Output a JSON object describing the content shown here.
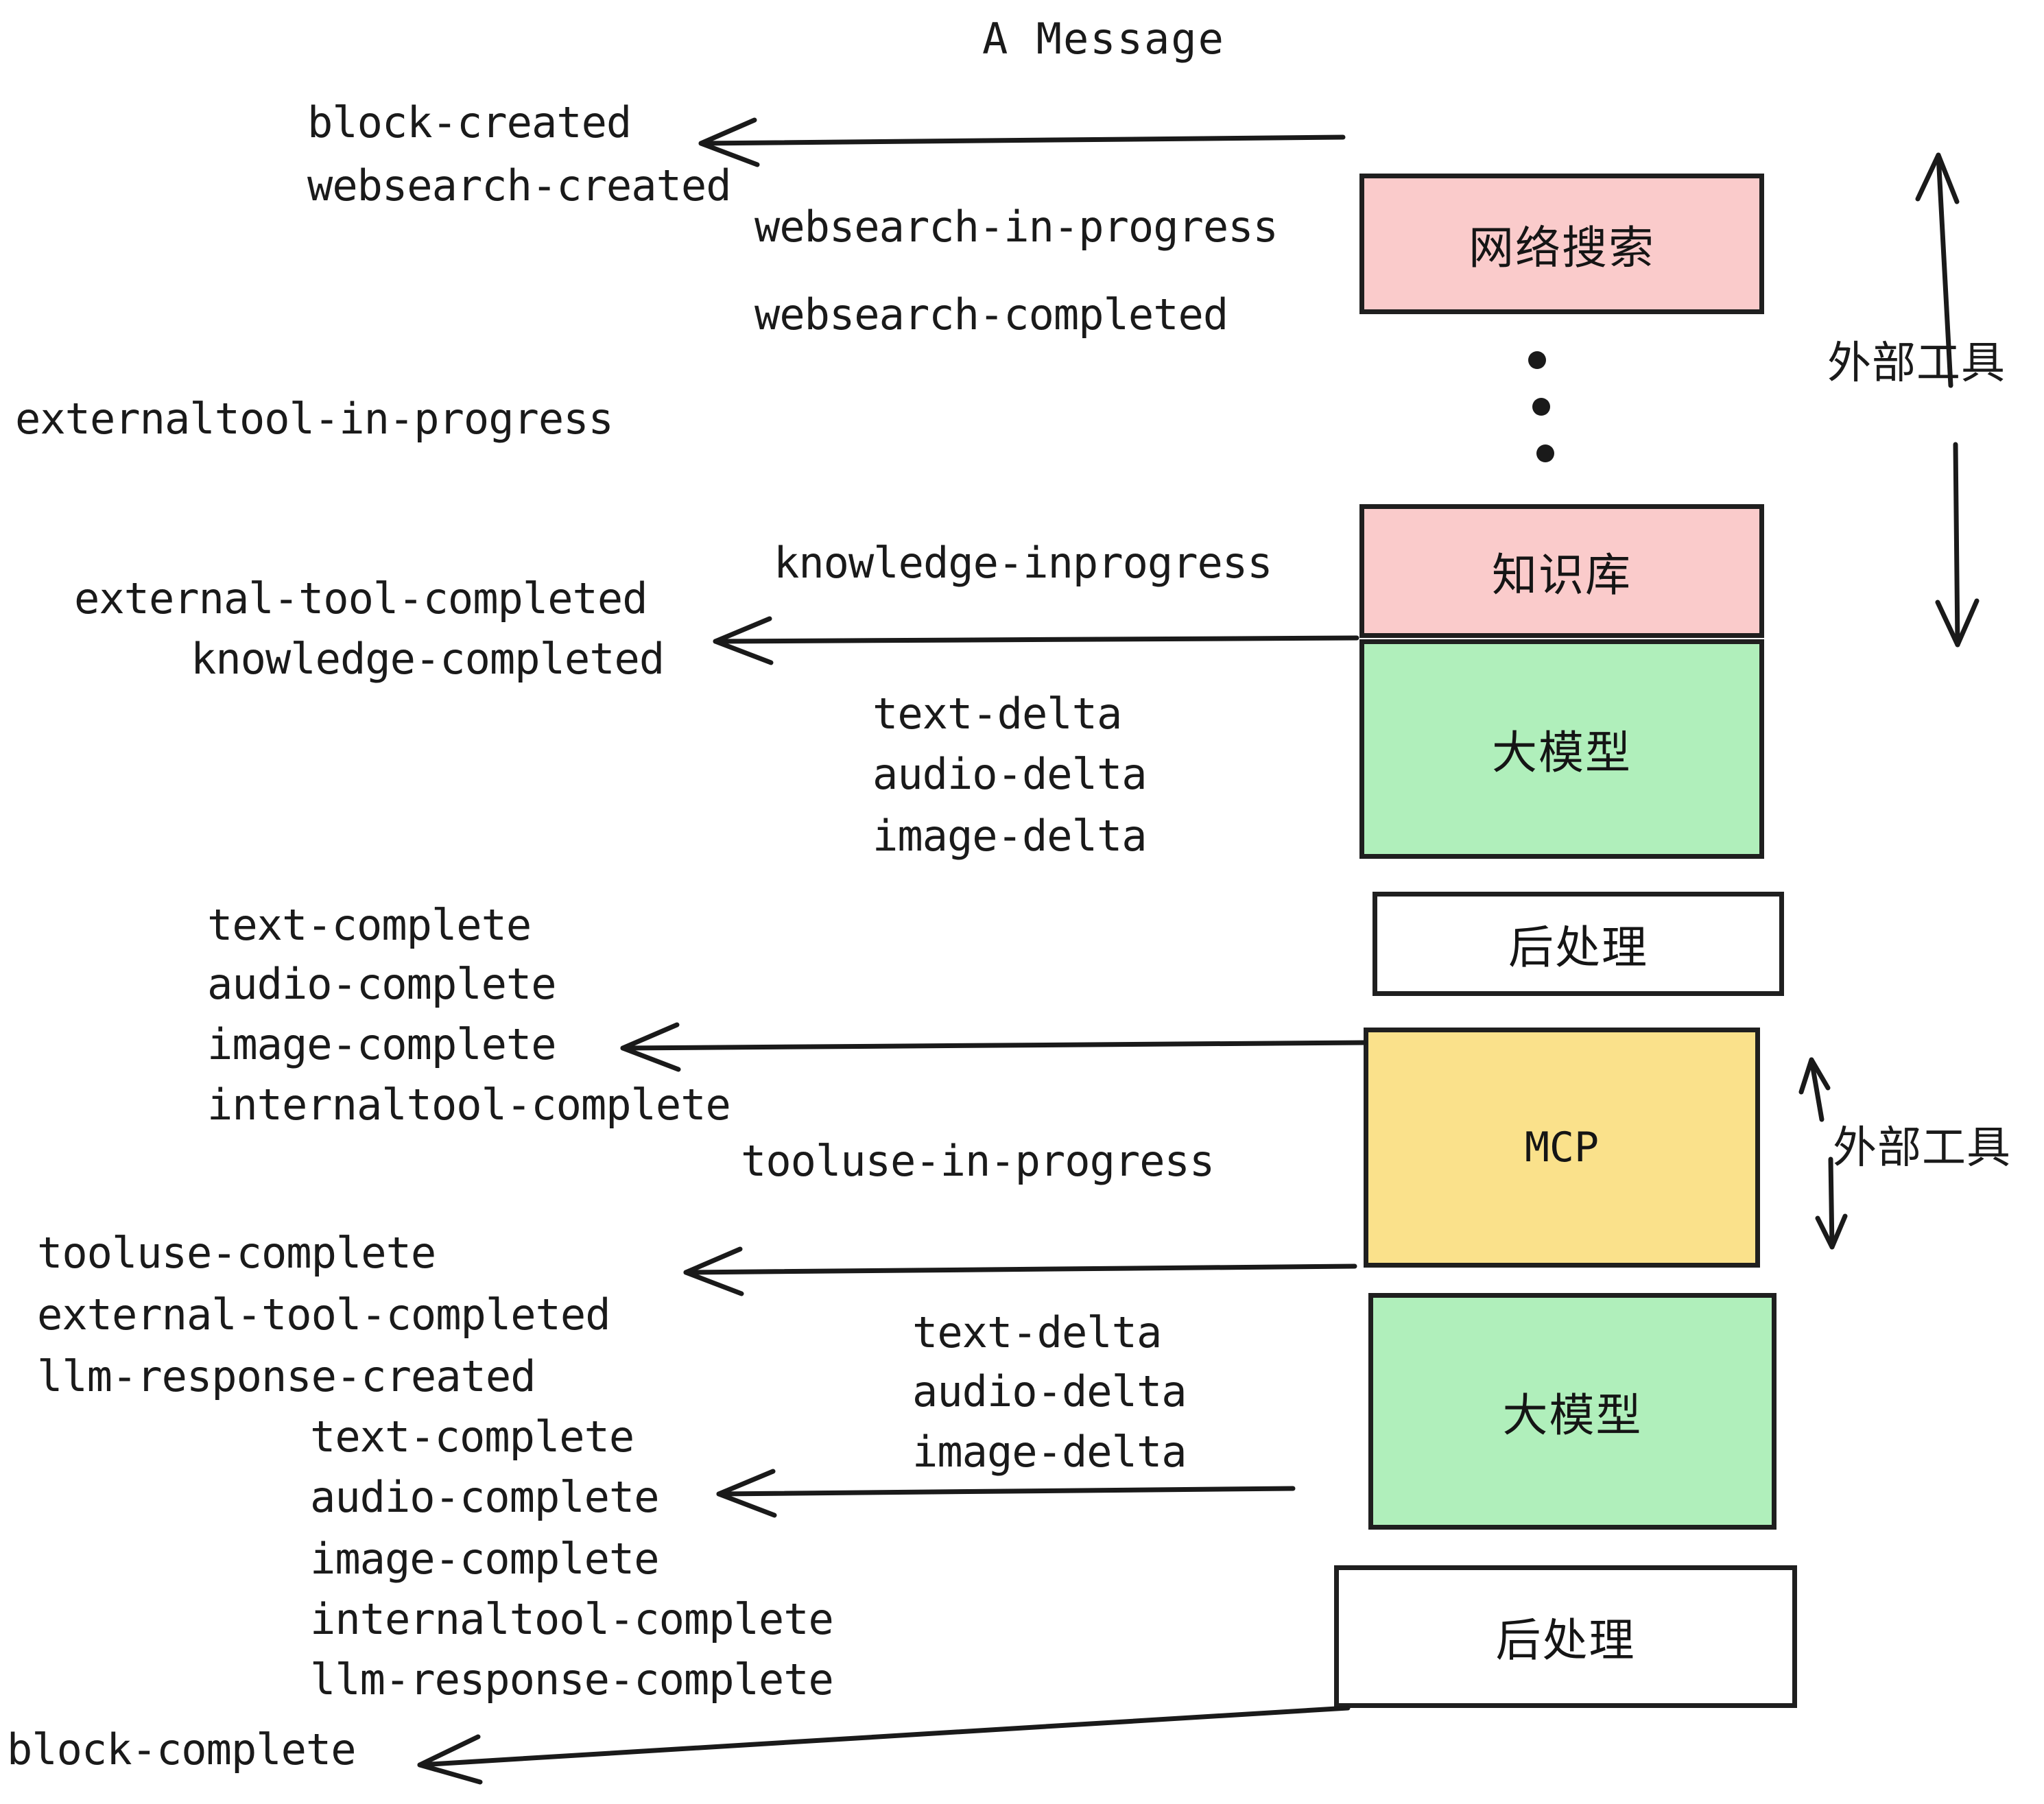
{
  "diagram": {
    "title": "A Message",
    "type": "sequence-style event flow diagram",
    "nodes": [
      {
        "id": "websearch",
        "label": "网络搜索",
        "fill": "#facbcb"
      },
      {
        "id": "knowledge",
        "label": "知识库",
        "fill": "#facbcb"
      },
      {
        "id": "llm1",
        "label": "大模型",
        "fill": "#b0efbb"
      },
      {
        "id": "postproc1",
        "label": "后处理",
        "fill": "#ffffff"
      },
      {
        "id": "mcp",
        "label": "MCP",
        "fill": "#fae18b"
      },
      {
        "id": "llm2",
        "label": "大模型",
        "fill": "#b0efbb"
      },
      {
        "id": "postproc2",
        "label": "后处理",
        "fill": "#ffffff"
      }
    ],
    "side_labels": [
      {
        "id": "external-tools-top",
        "label": "外部工具"
      },
      {
        "id": "external-tools-bottom",
        "label": "外部工具"
      }
    ],
    "events": {
      "group_block_created": [
        "block-created",
        "websearch-created"
      ],
      "group_websearch_progress": [
        "websearch-in-progress",
        "websearch-completed"
      ],
      "externaltool_in_progress": "externaltool-in-progress",
      "knowledge_inprogress": "knowledge-inprogress",
      "group_knowledge_done": [
        "external-tool-completed",
        "knowledge-completed"
      ],
      "group_deltas_1": [
        "text-delta",
        "audio-delta",
        "image-delta"
      ],
      "group_completes_1": [
        "text-complete",
        "audio-complete",
        "image-complete",
        "internaltool-complete"
      ],
      "tooluse_in_progress": "tooluse-in-progress",
      "group_tooluse_done": [
        "tooluse-complete",
        "external-tool-completed",
        "llm-response-created"
      ],
      "group_deltas_2": [
        "text-delta",
        "audio-delta",
        "image-delta"
      ],
      "group_completes_2": [
        "text-complete",
        "audio-complete",
        "image-complete",
        "internaltool-complete",
        "llm-response-complete"
      ],
      "block_complete": "block-complete"
    },
    "colors": {
      "pink": "#facbcb",
      "green": "#b0efbb",
      "yellow": "#fae18b",
      "white": "#ffffff",
      "stroke": "#1f1f1f",
      "text": "#1a1a1a"
    }
  }
}
